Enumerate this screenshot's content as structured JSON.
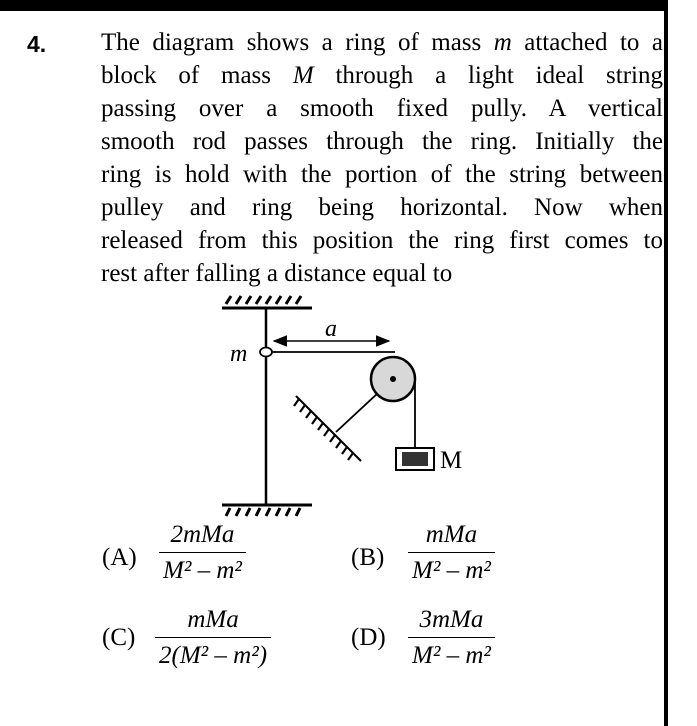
{
  "question": {
    "number": "4.",
    "lines": [
      [
        "The diagram shows a ring of mass ",
        "m",
        " attached to a"
      ],
      [
        "block of mass ",
        "M",
        " through a light ideal string"
      ],
      [
        "passing over a smooth fixed pully. A vertical",
        "",
        ""
      ],
      [
        "smooth rod passes through the ring. Initially the",
        "",
        ""
      ],
      [
        "ring is hold with the portion of the string between",
        "",
        ""
      ],
      [
        "pulley and ring being horizontal. Now when",
        "",
        ""
      ],
      [
        "released from this position the ring first comes to",
        "",
        ""
      ],
      [
        "rest after falling a distance equal to",
        "",
        ""
      ]
    ]
  },
  "diagram": {
    "ring_label": "m",
    "distance_label": "a",
    "block_label": "M"
  },
  "options": [
    {
      "label": "(A)",
      "numerator": "2mMa",
      "denominator": "M² – m²"
    },
    {
      "label": "(B)",
      "numerator": "mMa",
      "denominator": "M² – m²"
    },
    {
      "label": "(C)",
      "numerator": "mMa",
      "denominator": "2(M² – m²)"
    },
    {
      "label": "(D)",
      "numerator": "3mMa",
      "denominator": "M² – m²"
    }
  ]
}
